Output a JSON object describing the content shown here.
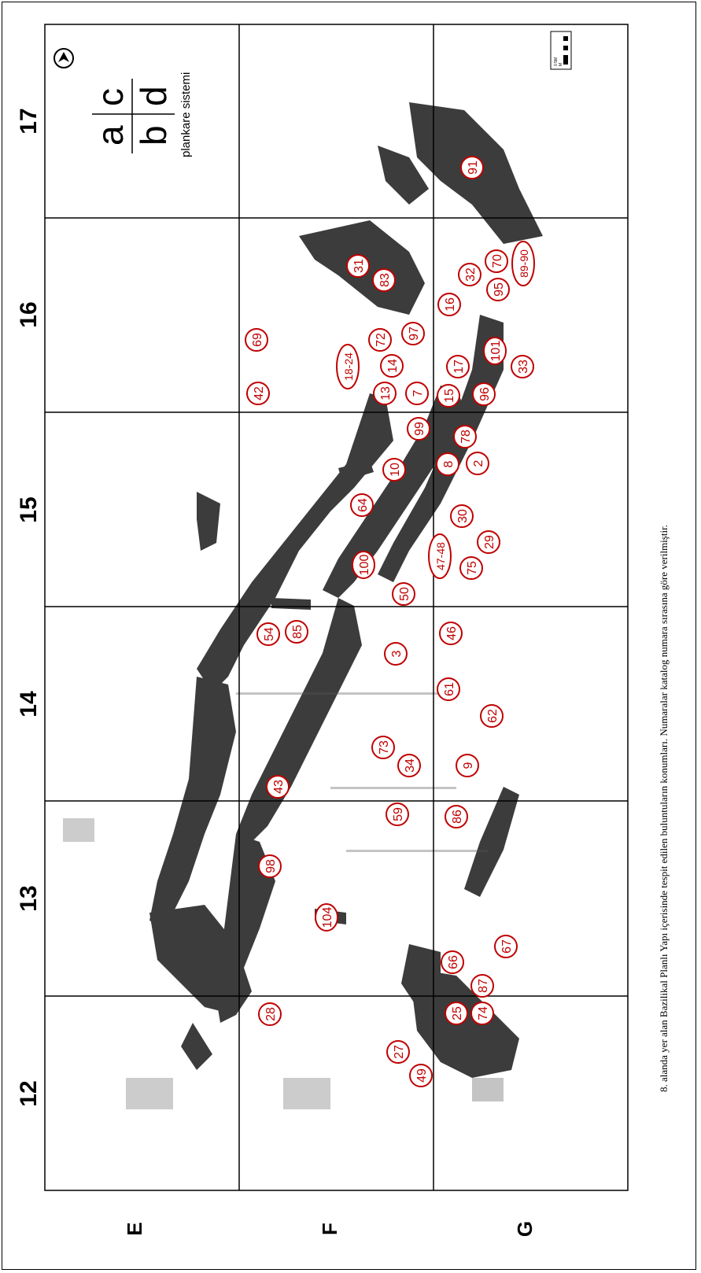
{
  "map": {
    "columns": [
      "12",
      "13",
      "14",
      "15",
      "16",
      "17"
    ],
    "rows": [
      "E",
      "F",
      "G"
    ],
    "legend": {
      "cells": [
        "a",
        "c",
        "b",
        "d"
      ],
      "caption": "plankare sistemi"
    },
    "north_arrow": "north-arrow-icon",
    "scale_bar": {
      "label_top": "0 5M",
      "label_bottom": "M"
    },
    "caption": "8. alanda yer alan Bazilikal Planlı Yapı içerisinde tespit edilen buluntuların konumları. Numaralar katalog numara sırasına göre verilmiştir.",
    "finds": [
      "91",
      "31",
      "83",
      "32",
      "70",
      "89-90",
      "95",
      "16",
      "101",
      "33",
      "72",
      "97",
      "14",
      "17",
      "15",
      "96",
      "7",
      "13",
      "69",
      "42",
      "18-24",
      "99",
      "78",
      "2",
      "8",
      "10",
      "64",
      "30",
      "29",
      "75",
      "47-48",
      "100",
      "50",
      "54",
      "85",
      "3",
      "46",
      "61",
      "62",
      "73",
      "34",
      "9",
      "59",
      "86",
      "43",
      "98",
      "104",
      "66",
      "67",
      "87",
      "74",
      "25",
      "28",
      "27",
      "49"
    ],
    "colors": {
      "ruin": "#3c3c3c",
      "find_marker": "#c00000",
      "grid": "#000000"
    }
  }
}
